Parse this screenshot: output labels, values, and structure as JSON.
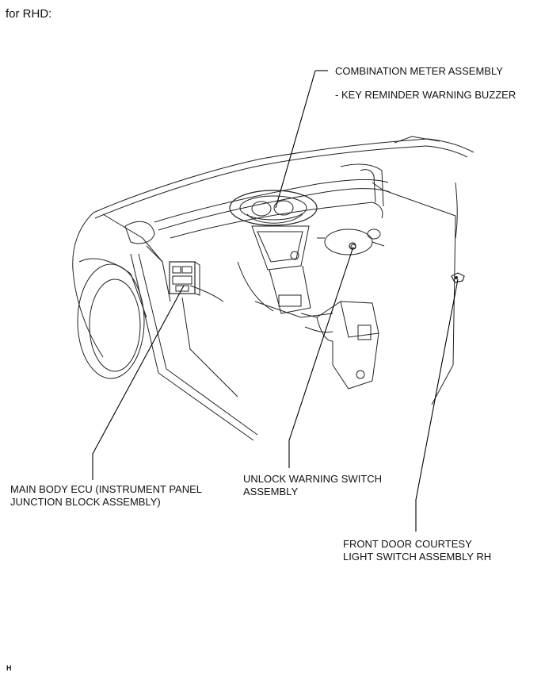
{
  "title": "for RHD:",
  "labels": {
    "combination_meter": "COMBINATION METER ASSEMBLY",
    "key_reminder": "- KEY REMINDER WARNING BUZZER",
    "main_body_ecu_line1": "MAIN BODY ECU (INSTRUMENT PANEL",
    "main_body_ecu_line2": "JUNCTION BLOCK ASSEMBLY)",
    "unlock_switch_line1": "UNLOCK WARNING SWITCH",
    "unlock_switch_line2": "ASSEMBLY",
    "courtesy_switch_line1": "FRONT DOOR COURTESY",
    "courtesy_switch_line2": "LIGHT SWITCH ASSEMBLY RH"
  },
  "figure_code": "H"
}
